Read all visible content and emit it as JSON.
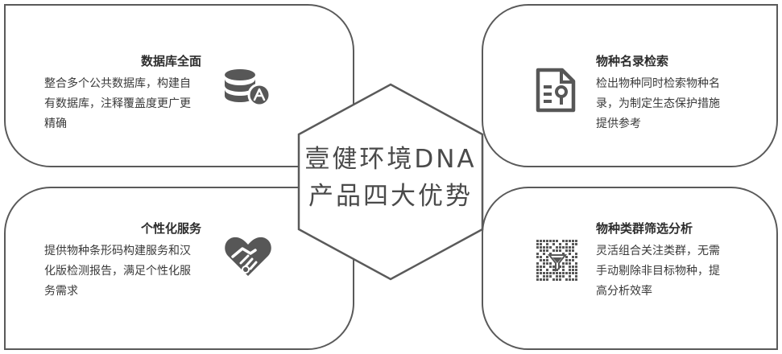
{
  "center": {
    "line1": "壹健环境DNA",
    "line2": "产品四大优势"
  },
  "cards": {
    "top_left": {
      "title": "数据库全面",
      "lines": [
        "整合多个公共数据库，构建自",
        "有数据库，注释覆盖度更广更",
        "精确"
      ],
      "icon": "database-icon"
    },
    "top_right": {
      "title": "物种名录检索",
      "lines": [
        "检出物种同时检索物种名",
        "录，为制定生态保护措施",
        "提供参考"
      ],
      "icon": "document-search-icon"
    },
    "bottom_left": {
      "title": "个性化服务",
      "lines": [
        "提供物种条形码构建服务和汉",
        "化版检测报告，满足个性化服",
        "务需求"
      ],
      "icon": "heart-handshake-icon"
    },
    "bottom_right": {
      "title": "物种类群筛选分析",
      "lines": [
        "灵活组合关注类群，无需",
        "手动剔除非目标物种，提",
        "高分析效率"
      ],
      "icon": "grid-filter-icon"
    }
  },
  "colors": {
    "border": "#5a5a5a",
    "icon": "#575757",
    "text": "#333333"
  }
}
